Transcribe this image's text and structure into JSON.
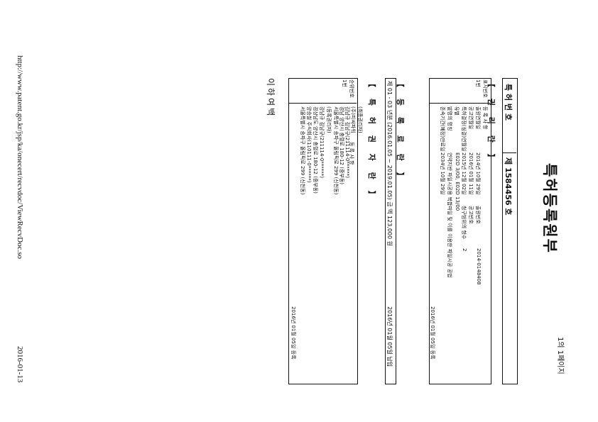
{
  "page": {
    "title": "특허등록원부",
    "page_count": "1의 1페이지",
    "url": "http://www.patent.go.kr/jsp/ka/onecert/recvdoc/ViewRecvDoc.so",
    "date": "2016-01-13",
    "closing": "이하여백"
  },
  "header": {
    "label": "특  허  번  호",
    "value": "제 1584456 호"
  },
  "rights": {
    "title": "【 권    리    란 】",
    "rank_header": "표시번호",
    "header_label": "등                    록                    사                    항",
    "rows": [
      {
        "num": "1번",
        "f1l": "출원연월일",
        "f1v": "2014년 10월 29일",
        "f2l": "출원번호",
        "f2v": "2014-0148408"
      },
      {
        "num": "",
        "f1l": "공고연월일",
        "f1v": "2016년 01월 11일",
        "f2l": "공고번호",
        "f2v": ""
      },
      {
        "num": "",
        "f1l": "특허결정(심결)연월일",
        "f1v": "2015년 12월 02일",
        "f2l": "청구범위의 항수",
        "f2v": "2"
      },
      {
        "num": "",
        "f1l": "유별",
        "f1v": "E02D 3/00, E02D 13/00",
        "f2l": "",
        "f2v": ""
      },
      {
        "num": "",
        "f1l": "발명의 명칭",
        "f1v": "연약지반 파일시공용 복합파일 및 이를 이용한 파일시공 공법",
        "f2l": "",
        "f2v": ""
      },
      {
        "num": "",
        "f1l": "존속기간(예정)만료일",
        "f1v": "2034년 10월 29일",
        "f2l": "",
        "f2v": ""
      }
    ],
    "reg_date": "2016년 01월 05일 등록"
  },
  "fee": {
    "title": "【 등  록  료  란 】",
    "text": "제 01 - 03 년분  (2016.01.05 ~ 2019.01.05)  금  액   123,000  원",
    "date": "2016년 01월 05일 납입"
  },
  "holder": {
    "title": "【 특 허 권 자 란 】",
    "header_rank": "순위번호",
    "header_label": "등                    록                    사                    항",
    "upper_lines": [
      "(최종권리자)",
      "(주)피씨파워",
      "김남규 김남규(211114-0******)",
      "경남 양산시 충렬로 180-12 (중부동)",
      "서울특별시 송파구 올림픽로 299 (신천동)"
    ],
    "entry_num": "1번",
    "entry_lines": [
      "(등록권리자)",
      "강남규 김남규(211114-0******)",
      "경상남도 양산시 충렬로 180-12 (중부동)",
      "양승철 주식회사(110111-0******)",
      "서울특별시 송파구 올림픽로 299 (신천동)"
    ],
    "entry_date": "2016년 01월 05일 등록"
  }
}
